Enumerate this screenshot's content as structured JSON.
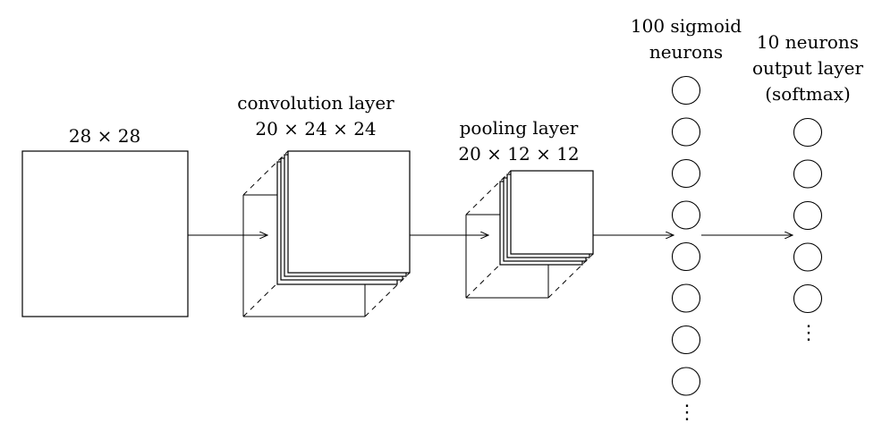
{
  "input": {
    "label": "28 × 28"
  },
  "convolution": {
    "line1": "convolution layer",
    "line2": "20 × 24 × 24"
  },
  "pooling": {
    "line1": "pooling layer",
    "line2": "20 × 12 × 12"
  },
  "hidden": {
    "line1": "100 sigmoid",
    "line2": "neurons",
    "ellipsis": "⋮"
  },
  "output": {
    "line1": "10 neurons",
    "line2": "output layer",
    "line3": "(softmax)",
    "ellipsis": "⋮"
  },
  "colors": {
    "stroke": "#000000",
    "fill": "#ffffff"
  }
}
